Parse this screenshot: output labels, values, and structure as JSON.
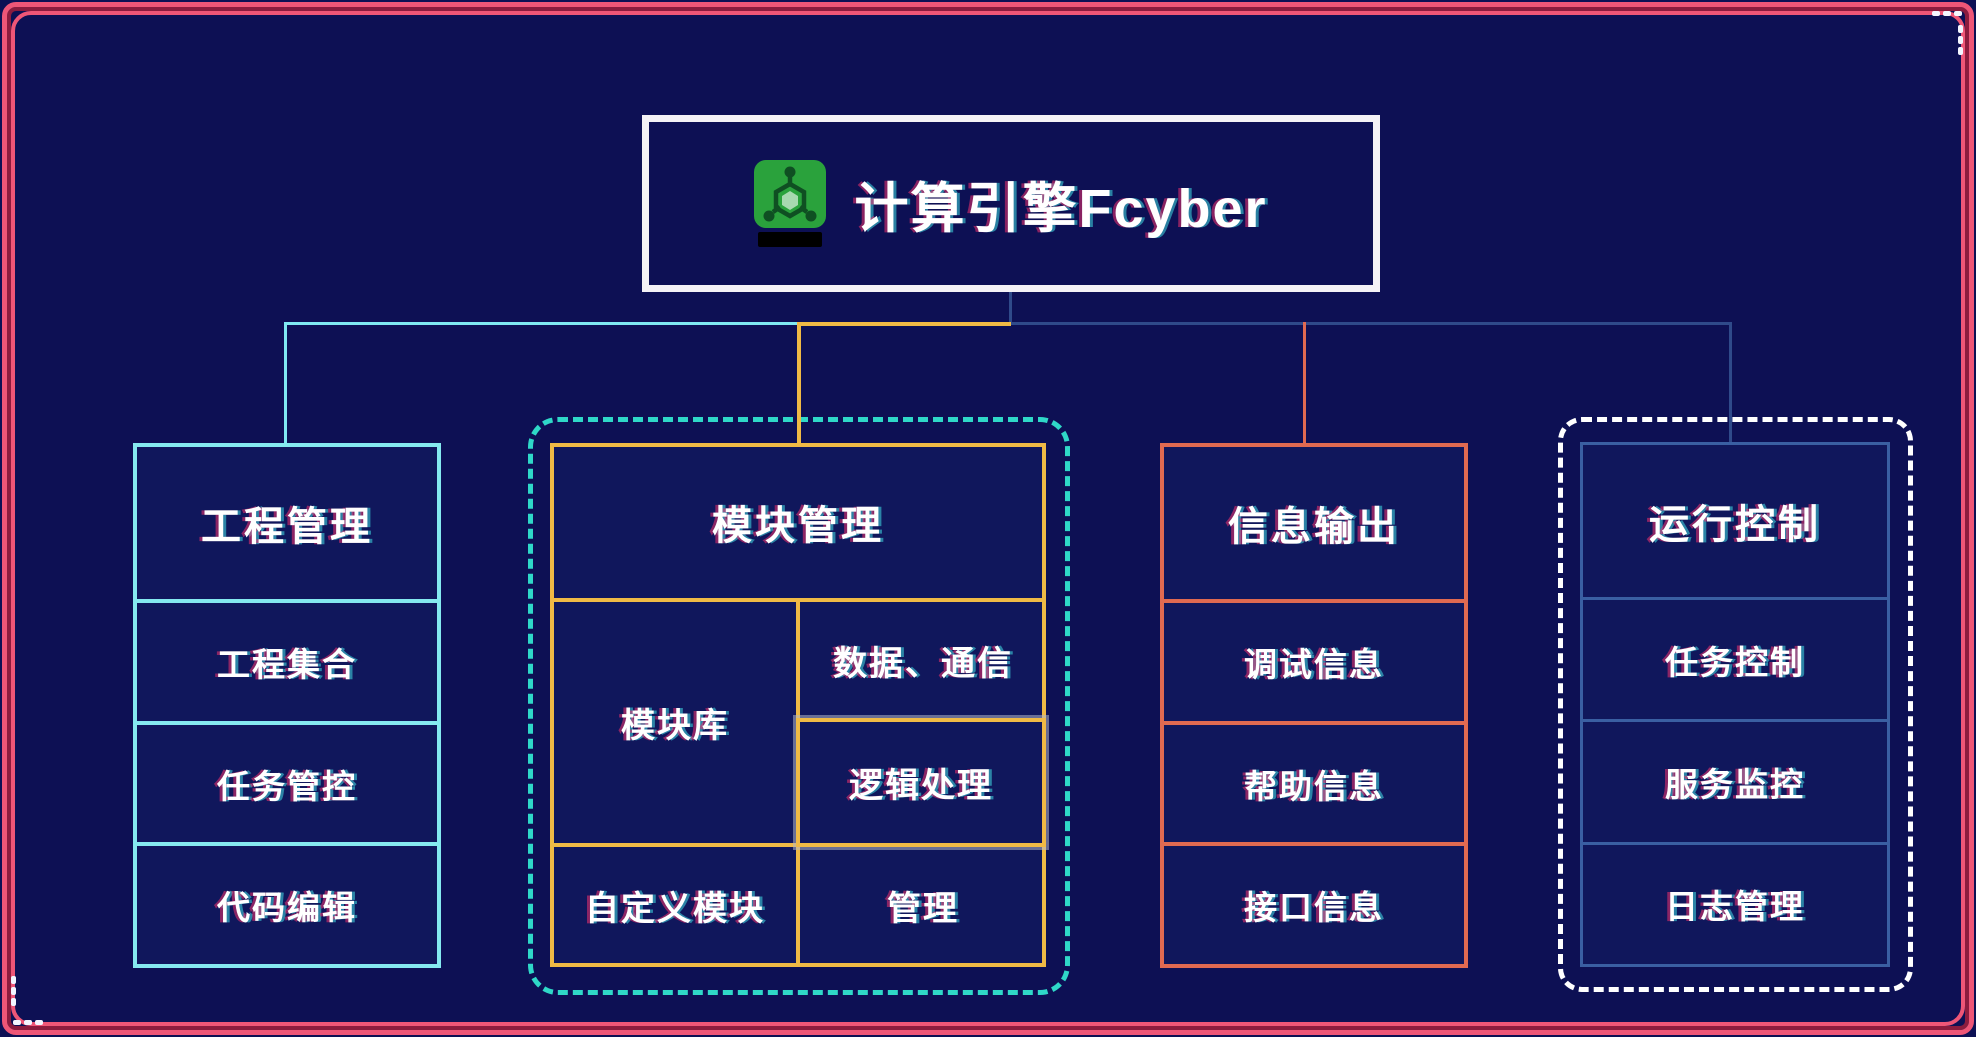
{
  "colors": {
    "background": "#0d1054",
    "frame_pink": "#ee5677",
    "frame_crimson": "#8c1c3e",
    "title_border_white": "#f4f2f6",
    "cyan": "#7fe9f2",
    "turquoise_dashed": "#2fd8c8",
    "yellow": "#f0ba45",
    "salmon": "#e06a51",
    "blue": "#3a5fa2",
    "navy_connector": "#2f4a8a",
    "icon_green": "#2aa23c",
    "text_white": "#ffffff"
  },
  "title": {
    "label": "计算引擎Fcyber",
    "icon": "molecule-icon"
  },
  "columns": {
    "project": {
      "header": "工程管理",
      "rows": [
        "工程集合",
        "任务管控",
        "代码编辑"
      ]
    },
    "module": {
      "header": "模块管理",
      "library": "模块库",
      "data_comm": "数据、通信",
      "logic": "逻辑处理",
      "custom": "自定义模块",
      "manage": "管理"
    },
    "info": {
      "header": "信息输出",
      "rows": [
        "调试信息",
        "帮助信息",
        "接口信息"
      ]
    },
    "run": {
      "header": "运行控制",
      "rows": [
        "任务控制",
        "服务监控",
        "日志管理"
      ]
    }
  }
}
